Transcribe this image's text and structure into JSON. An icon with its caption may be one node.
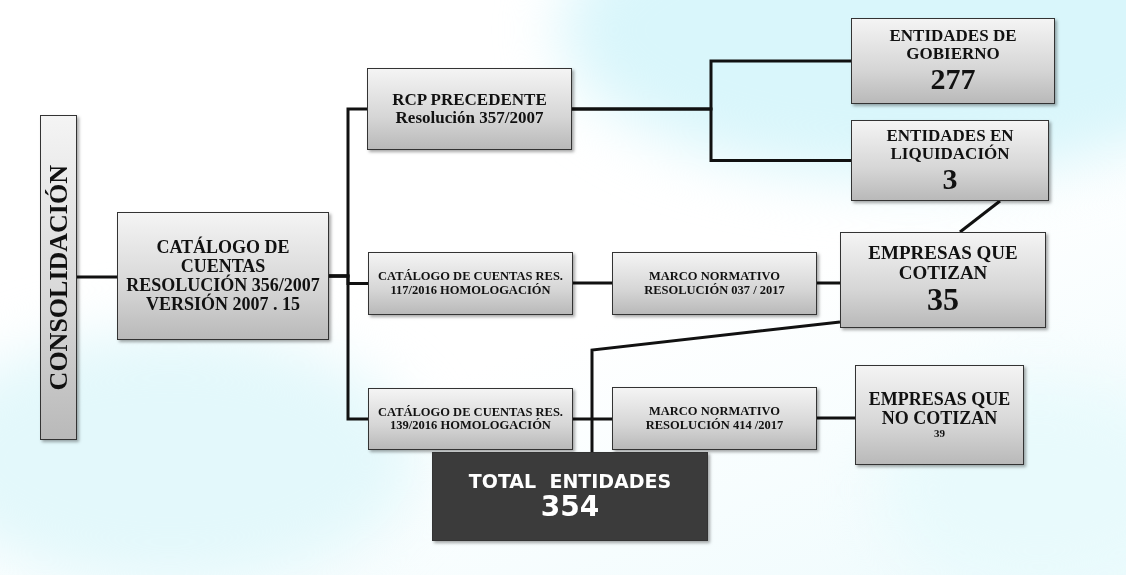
{
  "diagram": {
    "nodes": [
      {
        "text": [
          "CONSOLIDACIÓN"
        ]
      },
      {
        "text": [
          "CATÁLOGO DE CUENTAS RESOLUCIÓN 356/2007 VERSIÓN 2007 . 15"
        ]
      },
      {
        "text": [
          "RCP PRECEDENTE",
          "Resolución 357/2007"
        ]
      },
      {
        "text": [
          "CATÁLOGO DE CUENTAS RES. 117/2016 HOMOLOGACIÓN"
        ]
      },
      {
        "text": [
          "CATÁLOGO DE CUENTAS RES. 139/2016 HOMOLOGACIÓN"
        ]
      },
      {
        "text": [
          "MARCO NORMATIVO RESOLUCIÓN 037 / 2017"
        ]
      },
      {
        "text": [
          "MARCO NORMATIVO RESOLUCIÓN 414 /2017"
        ]
      },
      {
        "text": [
          "ENTIDADES DE GOBIERNO",
          "277"
        ]
      },
      {
        "text": [
          "ENTIDADES EN LIQUIDACIÓN",
          "3"
        ]
      },
      {
        "text": [
          "EMPRESAS QUE COTIZAN",
          "35"
        ]
      },
      {
        "text": [
          "EMPRESAS QUE NO COTIZAN",
          "39"
        ]
      },
      {
        "text": [
          "TOTAL  ENTIDADES",
          "354"
        ]
      }
    ],
    "edges": [
      {
        "from": 0,
        "to": 1,
        "arrow": "none"
      },
      {
        "from": 1,
        "to": 2,
        "arrow": "none"
      },
      {
        "from": 1,
        "to": 3,
        "arrow": "none"
      },
      {
        "from": 1,
        "to": 4,
        "arrow": "none"
      },
      {
        "from": 2,
        "to": 7,
        "arrow": "none"
      },
      {
        "from": 2,
        "to": 8,
        "arrow": "none"
      },
      {
        "from": 3,
        "to": 5,
        "arrow": "none"
      },
      {
        "from": 5,
        "to": 9,
        "arrow": "none"
      },
      {
        "from": 4,
        "to": 6,
        "arrow": "none"
      },
      {
        "from": 6,
        "to": 10,
        "arrow": "none"
      },
      {
        "from": 11,
        "to": 9,
        "arrow": "none"
      },
      {
        "from": 9,
        "to": 8,
        "arrow": "none"
      }
    ]
  }
}
